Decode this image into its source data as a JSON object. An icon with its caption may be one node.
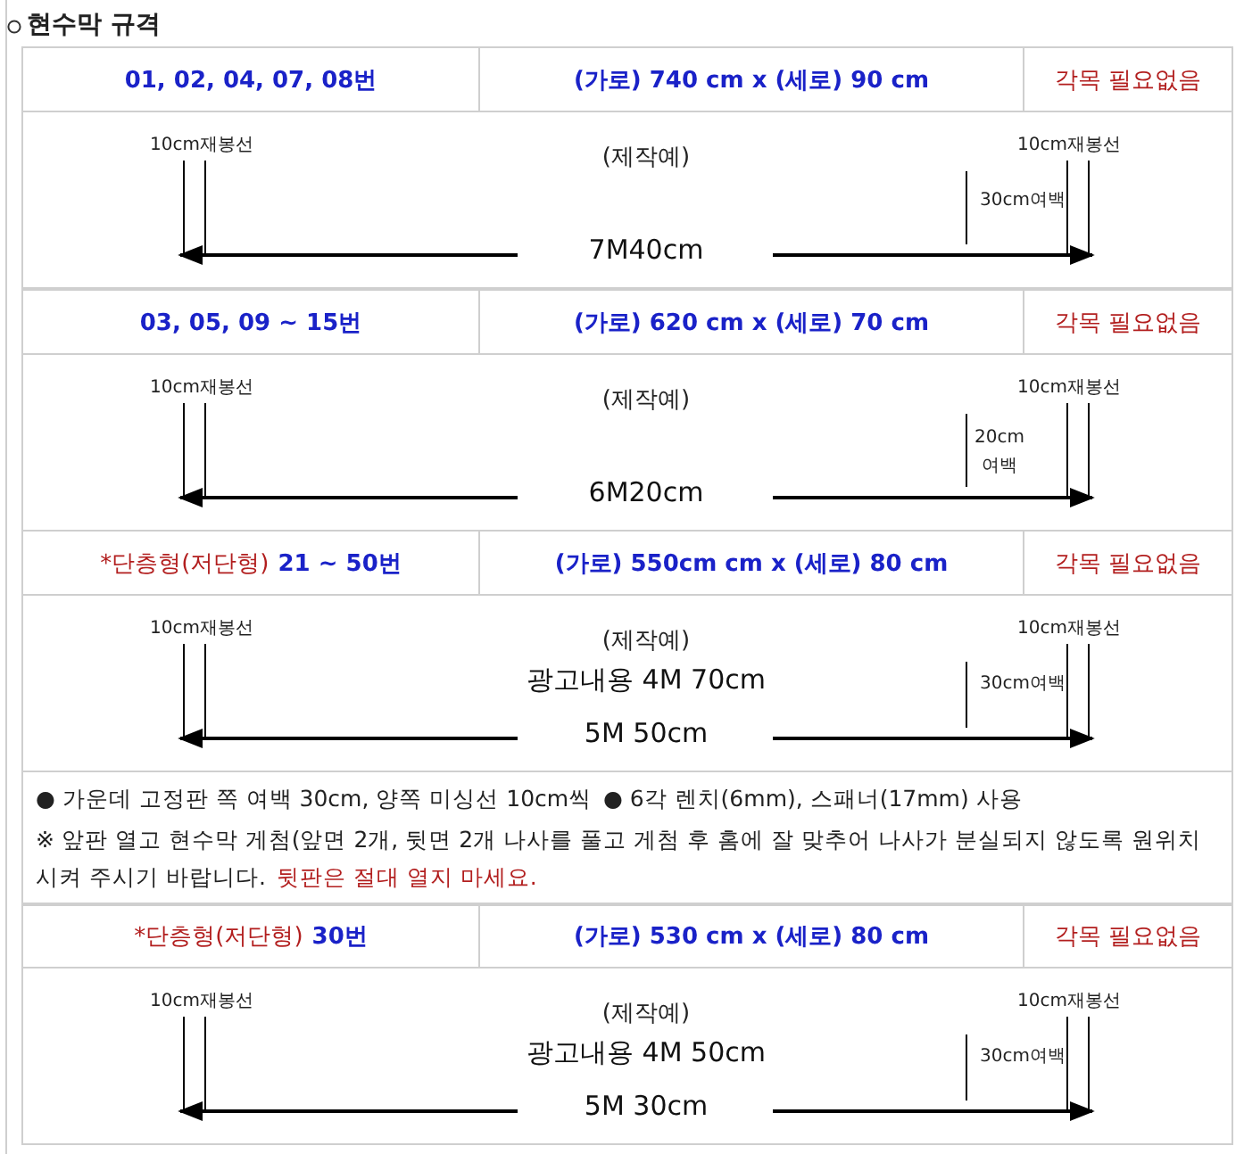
{
  "diagram": {
    "title": "현수막 규격",
    "labels": [
      "01, 02, 04, 07, 08번",
      "(가로) 740 cm x (세로) 90 cm",
      "각목 필요없음",
      "10cm재봉선",
      "(제작예)",
      "10cm재봉선",
      "30cm여백",
      "7M40cm",
      "03, 05, 09 ~ 15번",
      "(가로) 620 cm x (세로) 70 cm",
      "각목 필요없음",
      "10cm재봉선",
      "(제작예)",
      "10cm재봉선",
      "20cm 여백",
      "6M20cm",
      "*단층형(저단형)",
      "21 ~ 50번",
      "(가로) 550cm cm x (세로) 80 cm",
      "각목 필요없음",
      "10cm재봉선",
      "(제작예)",
      "10cm재봉선",
      "광고내용 4M 70cm",
      "30cm여백",
      "5M 50cm",
      "● 가운데 고정판 쪽 여백 30cm, 양쪽 미싱선 10cm씩",
      "● 6각 렌치(6mm), 스패너(17mm) 사용",
      "※ 앞판 열고 현수막 게첨(앞면 2개, 뒷면 2개 나사를 풀고 게첨 후 홈에 잘 맞추어 나사가 분실되지 않도록 원위치 시켜 주시기 바랍니다.",
      "뒷판은 절대 열지 마세요.",
      "*단층형(저단형)",
      "30번",
      "(가로) 530 cm x (세로) 80 cm",
      "각목 필요없음",
      "10cm재봉선",
      "(제작예)",
      "10cm재봉선",
      "광고내용 4M 50cm",
      "30cm여백",
      "5M 30cm"
    ]
  }
}
